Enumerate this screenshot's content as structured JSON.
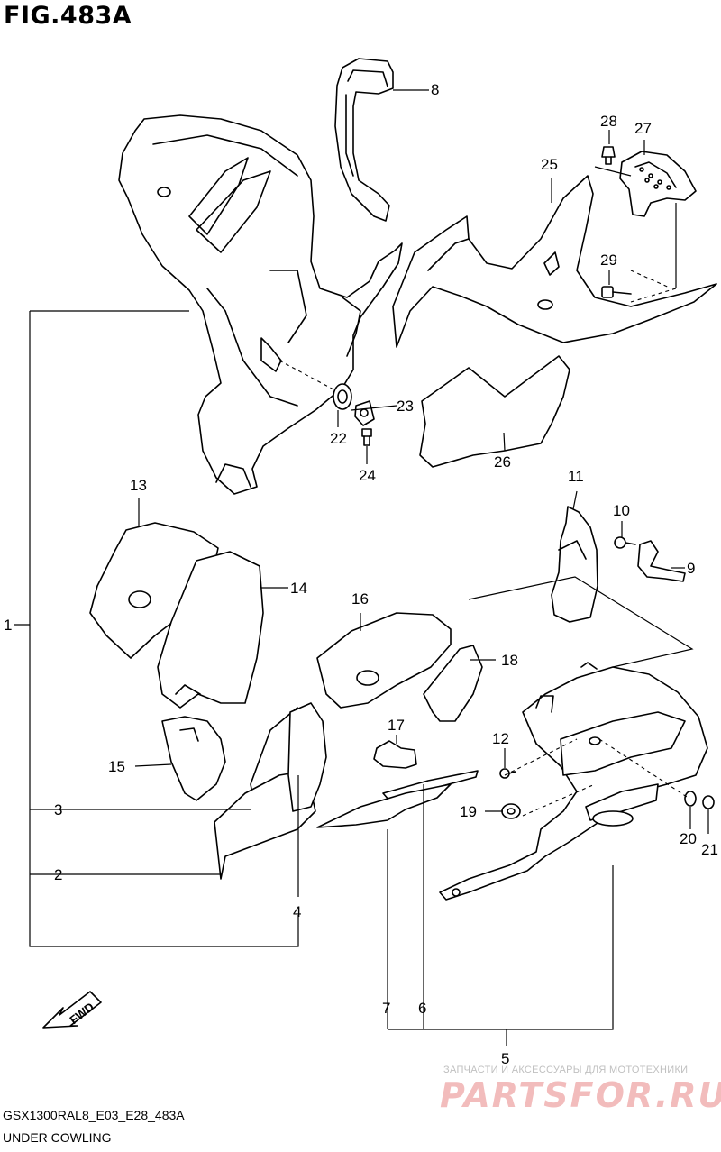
{
  "figure": {
    "title": "FIG.483A",
    "model_code": "GSX1300RAL8_E03_E28_483A",
    "section_name": "UNDER COWLING",
    "fwd_label": "FWD"
  },
  "watermark": {
    "line": "ЗАПЧАСТИ И АКСЕССУАРЫ ДЛЯ МОТОТЕХНИКИ",
    "logo": "PARTSFOR.RU"
  },
  "callouts": {
    "c1": "1",
    "c2": "2",
    "c3": "3",
    "c4": "4",
    "c5": "5",
    "c6": "6",
    "c7": "7",
    "c8": "8",
    "c9": "9",
    "c10": "10",
    "c11": "11",
    "c12": "12",
    "c13": "13",
    "c14": "14",
    "c15": "15",
    "c16": "16",
    "c17": "17",
    "c18": "18",
    "c19": "19",
    "c20": "20",
    "c21": "21",
    "c22": "22",
    "c23": "23",
    "c24": "24",
    "c25": "25",
    "c26": "26",
    "c27": "27",
    "c28": "28",
    "c29": "29"
  }
}
